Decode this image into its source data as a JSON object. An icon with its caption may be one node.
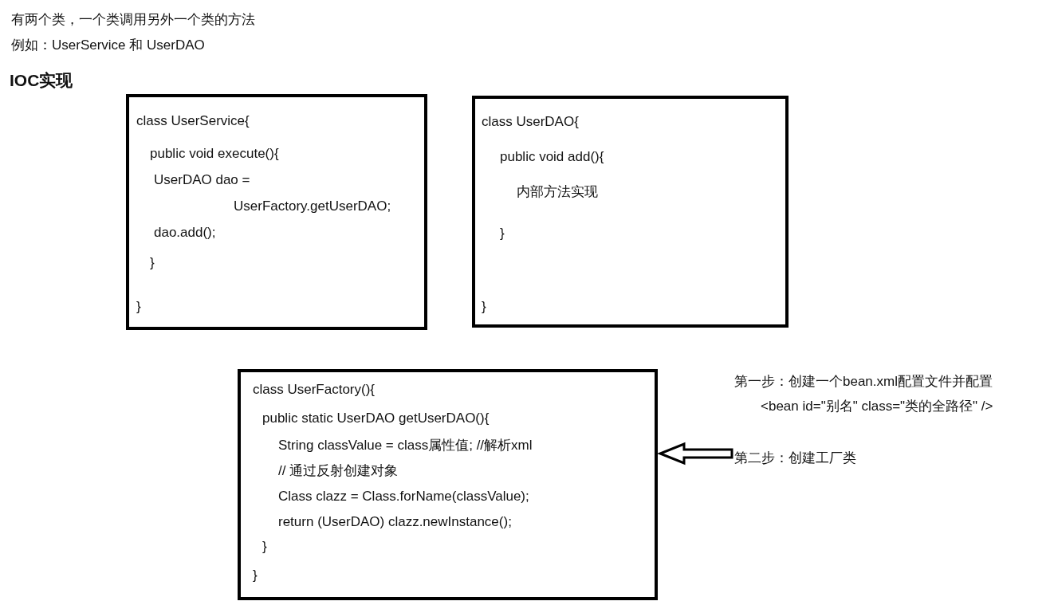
{
  "diagram": {
    "title": "IOC实现",
    "nodes": [
      {
        "text": [
          "class UserService{",
          "public void execute(){",
          "UserDAO dao =",
          "UserFactory.getUserDAO;",
          "dao.add();",
          "}",
          "}"
        ]
      },
      {
        "text": [
          "class UserDAO{",
          "public void add(){",
          "内部方法实现",
          "}",
          "}"
        ]
      },
      {
        "text": [
          "class UserFactory(){",
          "public static UserDAO getUserDAO(){",
          "String classValue = class属性值;  //解析xml",
          "// 通过反射创建对象",
          "Class clazz = Class.forName(classValue);",
          "return (UserDAO) clazz.newInstance();",
          "}",
          "}"
        ]
      },
      {
        "text": [
          "第二步：创建工厂类"
        ]
      }
    ],
    "edges": [
      {
        "from": 3,
        "to": 2,
        "arrow": "to",
        "style": "thick"
      }
    ],
    "labels": [
      "有两个类，一个类调用另外一个类的方法",
      "例如：UserService 和 UserDAO",
      "第一步：创建一个bean.xml配置文件并配置",
      "<bean id=\"别名\" class=\"类的全路径\" />"
    ]
  }
}
